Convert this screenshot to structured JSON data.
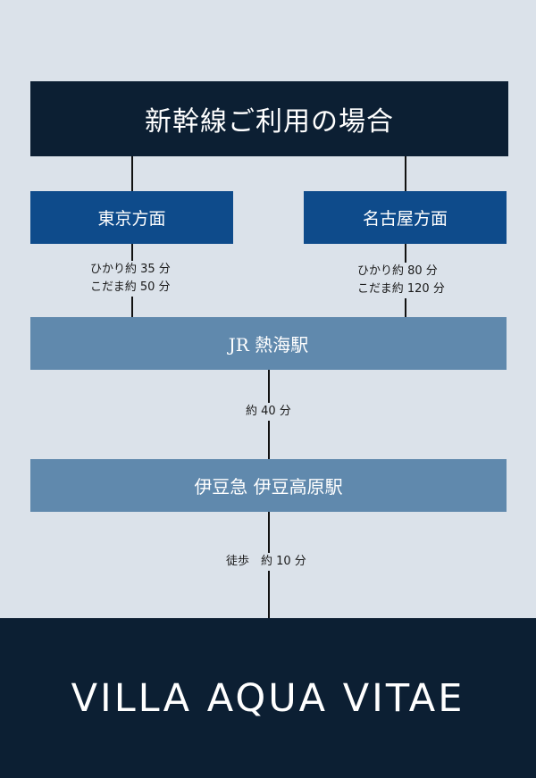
{
  "title": "新幹線ご利用の場合",
  "branches": {
    "tokyo": {
      "label": "東京方面",
      "times": [
        "ひかり約 35 分",
        "こだま約 50 分"
      ]
    },
    "nagoya": {
      "label": "名古屋方面",
      "times": [
        "ひかり約 80 分",
        "こだま約 120 分"
      ]
    }
  },
  "stations": {
    "atami": "JR 熱海駅",
    "izukogen": "伊豆急 伊豆高原駅"
  },
  "legs": {
    "atami_to_izukogen": "約 40 分",
    "walk": "徒歩　約 10 分"
  },
  "destination": "VILLA AQUA VITAE",
  "colors": {
    "background": "#dbe2ea",
    "navy": "#0c1f33",
    "blue": "#0e4b8b",
    "steel": "#6089ad",
    "line": "#111111"
  }
}
